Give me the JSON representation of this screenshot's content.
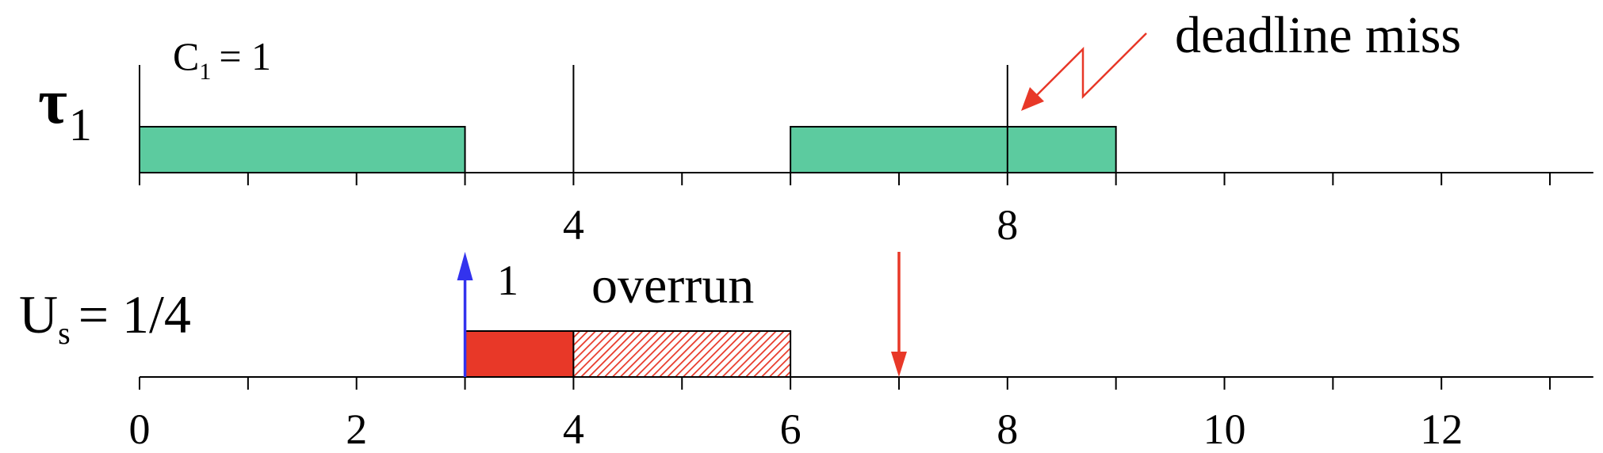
{
  "task_label": {
    "symbol": "τ",
    "subscript": "1"
  },
  "wcet_label": {
    "prefix": "C",
    "subscript": "1",
    "suffix": "= 1"
  },
  "server_label": {
    "prefix": "U",
    "subscript": "s",
    "suffix": "= 1/4"
  },
  "annotations": {
    "deadline_miss": "deadline miss",
    "overrun": "overrun",
    "request_amount": "1"
  },
  "timeline": {
    "t_min": 0,
    "t_max": 13.4,
    "top_axis_labels": [
      {
        "t": 4,
        "text": "4"
      },
      {
        "t": 8,
        "text": "8"
      }
    ],
    "bottom_axis_labels": [
      {
        "t": 0,
        "text": "0"
      },
      {
        "t": 2,
        "text": "2"
      },
      {
        "t": 4,
        "text": "4"
      },
      {
        "t": 6,
        "text": "6"
      },
      {
        "t": 8,
        "text": "8"
      },
      {
        "t": 10,
        "text": "10"
      },
      {
        "t": 12,
        "text": "12"
      }
    ],
    "tau1_period_marks": [
      0,
      4,
      8
    ],
    "tau1_jobs": [
      {
        "start": 0,
        "end": 3
      },
      {
        "start": 6,
        "end": 9
      }
    ],
    "server_solid": {
      "start": 3,
      "end": 4
    },
    "server_overrun": {
      "start": 4,
      "end": 6
    },
    "request_arrival_t": 3,
    "server_deadline_t": 7,
    "deadline_miss_t": 8
  },
  "colors": {
    "task_fill": "#5ccb9f",
    "server_fill": "#e83828",
    "hatch": "#e83828",
    "request_arrow": "#3333ee",
    "deadline_arrow": "#e83828"
  }
}
